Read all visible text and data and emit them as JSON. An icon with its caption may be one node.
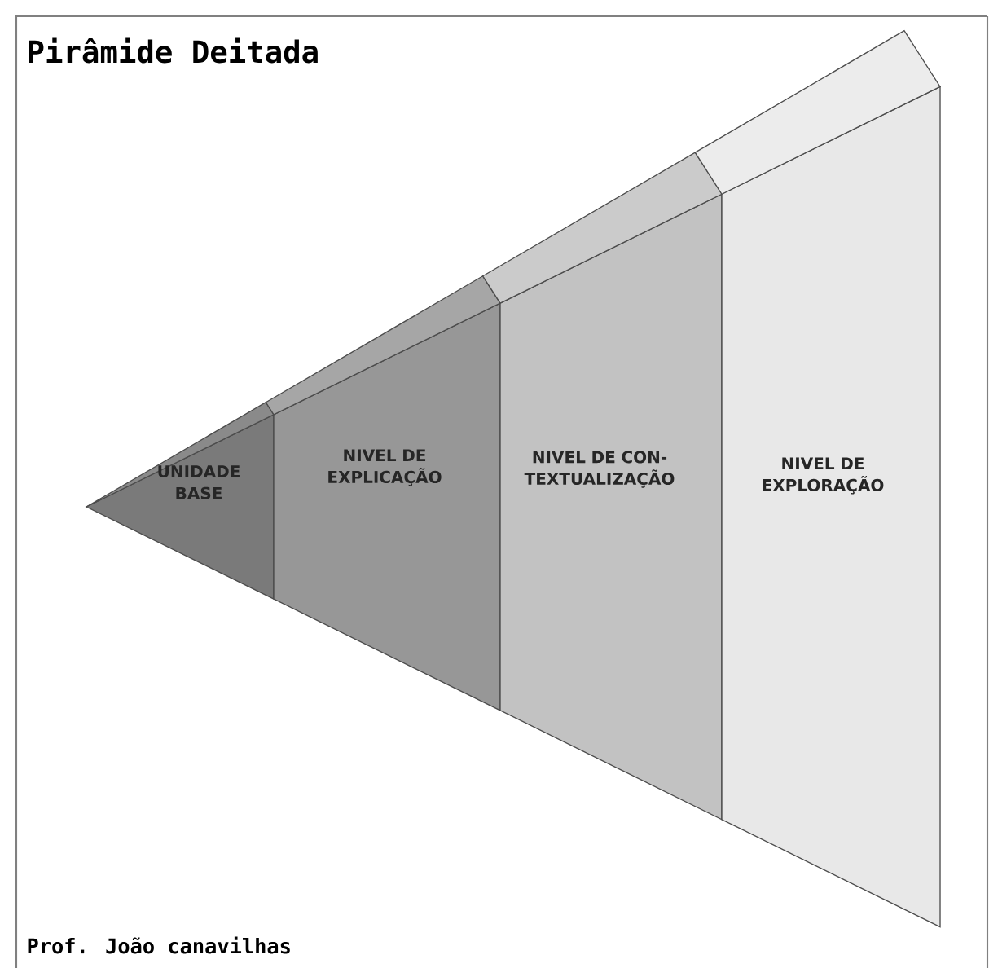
{
  "diagram": {
    "title": "Pirâmide Deitada",
    "nodes": [
      {
        "text": [
          "UNIDADE BASE"
        ]
      },
      {
        "text": [
          "NIVEL DE EXPLICAÇÃO"
        ]
      },
      {
        "text": [
          "NIVEL DE CON- TEXTUALIZAÇÃO"
        ]
      },
      {
        "text": [
          "NIVEL DE EXPLORAÇÃO"
        ]
      }
    ],
    "labels": [
      "Prof. João canavilhas"
    ]
  }
}
